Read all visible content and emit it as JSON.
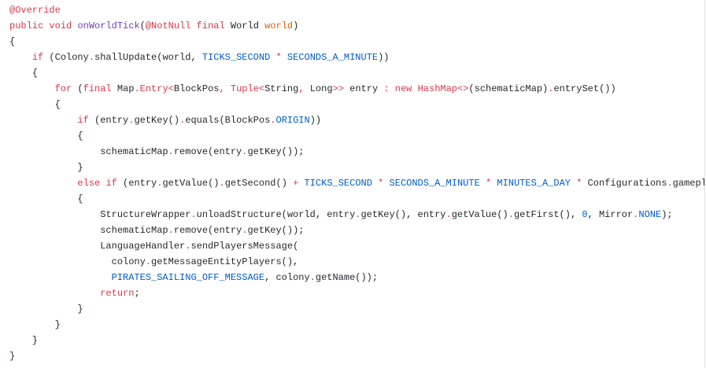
{
  "editor": {
    "lines": [
      [
        {
          "t": "@Override",
          "k": "ann"
        }
      ],
      [
        {
          "t": "public",
          "k": "kw"
        },
        {
          "t": " "
        },
        {
          "t": "void",
          "k": "kw"
        },
        {
          "t": " "
        },
        {
          "t": "onWorldTick",
          "k": "fn"
        },
        {
          "t": "("
        },
        {
          "t": "@NotNull",
          "k": "ann"
        },
        {
          "t": " "
        },
        {
          "t": "final",
          "k": "kw"
        },
        {
          "t": " World "
        },
        {
          "t": "world",
          "k": "param"
        },
        {
          "t": ")"
        }
      ],
      [
        {
          "t": "{"
        }
      ],
      [
        {
          "t": "    "
        },
        {
          "t": "if",
          "k": "kw"
        },
        {
          "t": " (Colony"
        },
        {
          "t": ".",
          "k": "op"
        },
        {
          "t": "shallUpdate(world, "
        },
        {
          "t": "TICKS_SECOND",
          "k": "const"
        },
        {
          "t": " "
        },
        {
          "t": "*",
          "k": "op"
        },
        {
          "t": " "
        },
        {
          "t": "SECONDS_A_MINUTE",
          "k": "const"
        },
        {
          "t": "))"
        }
      ],
      [
        {
          "t": "    {"
        }
      ],
      [
        {
          "t": "        "
        },
        {
          "t": "for",
          "k": "kw"
        },
        {
          "t": " ("
        },
        {
          "t": "final",
          "k": "kw"
        },
        {
          "t": " Map"
        },
        {
          "t": ".",
          "k": "op"
        },
        {
          "t": "Entry",
          "k": "kw"
        },
        {
          "t": "<",
          "k": "op"
        },
        {
          "t": "BlockPos"
        },
        {
          "t": ",",
          "k": "op"
        },
        {
          "t": " "
        },
        {
          "t": "Tuple",
          "k": "kw"
        },
        {
          "t": "<",
          "k": "op"
        },
        {
          "t": "String"
        },
        {
          "t": ",",
          "k": "op"
        },
        {
          "t": " Long"
        },
        {
          "t": ">>",
          "k": "op"
        },
        {
          "t": " entry "
        },
        {
          "t": ":",
          "k": "op"
        },
        {
          "t": " "
        },
        {
          "t": "new",
          "k": "kw"
        },
        {
          "t": " "
        },
        {
          "t": "HashMap",
          "k": "kw"
        },
        {
          "t": "<>",
          "k": "op"
        },
        {
          "t": "(schematicMap)"
        },
        {
          "t": ".",
          "k": "op"
        },
        {
          "t": "entrySet())"
        }
      ],
      [
        {
          "t": "        {"
        }
      ],
      [
        {
          "t": "            "
        },
        {
          "t": "if",
          "k": "kw"
        },
        {
          "t": " (entry"
        },
        {
          "t": ".",
          "k": "op"
        },
        {
          "t": "getKey()"
        },
        {
          "t": ".",
          "k": "op"
        },
        {
          "t": "equals(BlockPos"
        },
        {
          "t": ".",
          "k": "op"
        },
        {
          "t": "ORIGIN",
          "k": "const"
        },
        {
          "t": "))"
        }
      ],
      [
        {
          "t": "            {"
        }
      ],
      [
        {
          "t": "                schematicMap"
        },
        {
          "t": ".",
          "k": "op"
        },
        {
          "t": "remove(entry"
        },
        {
          "t": ".",
          "k": "op"
        },
        {
          "t": "getKey());"
        }
      ],
      [
        {
          "t": "            }"
        }
      ],
      [
        {
          "t": "            "
        },
        {
          "t": "else",
          "k": "kw"
        },
        {
          "t": " "
        },
        {
          "t": "if",
          "k": "kw"
        },
        {
          "t": " (entry"
        },
        {
          "t": ".",
          "k": "op"
        },
        {
          "t": "getValue()"
        },
        {
          "t": ".",
          "k": "op"
        },
        {
          "t": "getSecond() "
        },
        {
          "t": "+",
          "k": "op"
        },
        {
          "t": " "
        },
        {
          "t": "TICKS_SECOND",
          "k": "const"
        },
        {
          "t": " "
        },
        {
          "t": "*",
          "k": "op"
        },
        {
          "t": " "
        },
        {
          "t": "SECONDS_A_MINUTE",
          "k": "const"
        },
        {
          "t": " "
        },
        {
          "t": "*",
          "k": "op"
        },
        {
          "t": " "
        },
        {
          "t": "MINUTES_A_DAY",
          "k": "const"
        },
        {
          "t": " "
        },
        {
          "t": "*",
          "k": "op"
        },
        {
          "t": " Configurations"
        },
        {
          "t": ".",
          "k": "op"
        },
        {
          "t": "gamepl"
        }
      ],
      [
        {
          "t": "            {"
        }
      ],
      [
        {
          "t": "                StructureWrapper"
        },
        {
          "t": ".",
          "k": "op"
        },
        {
          "t": "unloadStructure(world, entry"
        },
        {
          "t": ".",
          "k": "op"
        },
        {
          "t": "getKey(), entry"
        },
        {
          "t": ".",
          "k": "op"
        },
        {
          "t": "getValue()"
        },
        {
          "t": ".",
          "k": "op"
        },
        {
          "t": "getFirst(), "
        },
        {
          "t": "0",
          "k": "num"
        },
        {
          "t": ", Mirror"
        },
        {
          "t": ".",
          "k": "op"
        },
        {
          "t": "NONE",
          "k": "const"
        },
        {
          "t": ");"
        }
      ],
      [
        {
          "t": "                schematicMap"
        },
        {
          "t": ".",
          "k": "op"
        },
        {
          "t": "remove(entry"
        },
        {
          "t": ".",
          "k": "op"
        },
        {
          "t": "getKey());"
        }
      ],
      [
        {
          "t": "                LanguageHandler"
        },
        {
          "t": ".",
          "k": "op"
        },
        {
          "t": "sendPlayersMessage("
        }
      ],
      [
        {
          "t": "                  colony"
        },
        {
          "t": ".",
          "k": "op"
        },
        {
          "t": "getMessageEntityPlayers(),"
        }
      ],
      [
        {
          "t": "                  "
        },
        {
          "t": "PIRATES_SAILING_OFF_MESSAGE",
          "k": "const"
        },
        {
          "t": ", colony"
        },
        {
          "t": ".",
          "k": "op"
        },
        {
          "t": "getName());"
        }
      ],
      [
        {
          "t": "                "
        },
        {
          "t": "return",
          "k": "kw"
        },
        {
          "t": ";"
        }
      ],
      [
        {
          "t": "            }"
        }
      ],
      [
        {
          "t": "        }"
        }
      ],
      [
        {
          "t": "    }"
        }
      ],
      [
        {
          "t": "}"
        }
      ]
    ]
  }
}
